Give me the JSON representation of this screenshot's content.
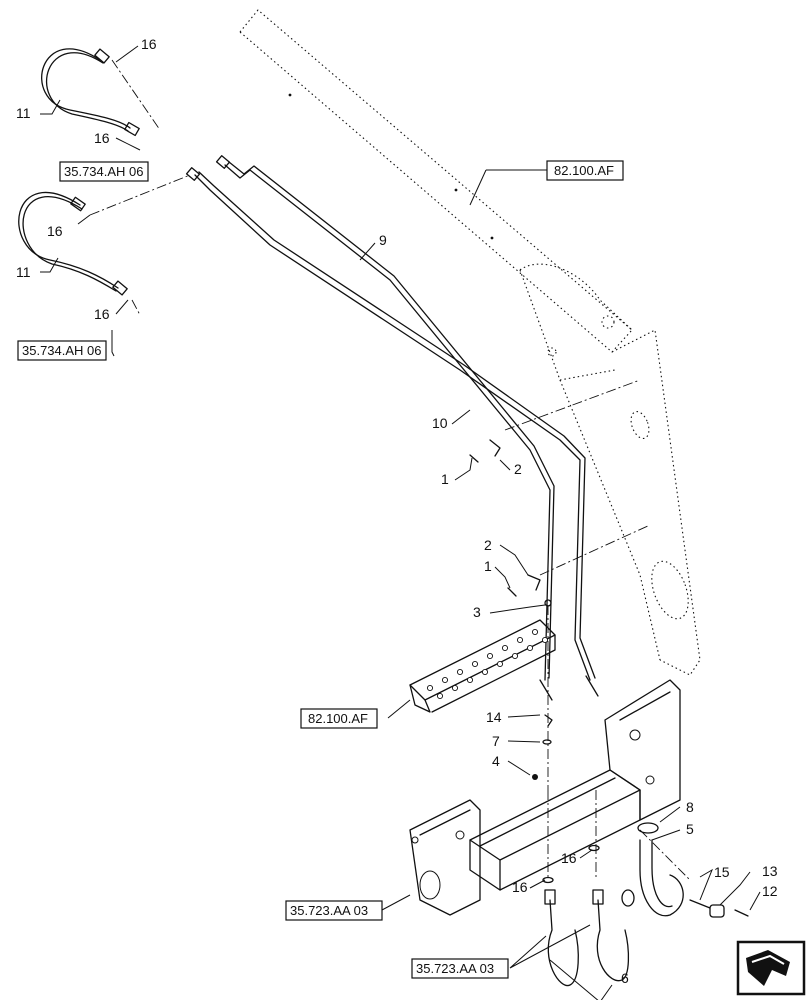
{
  "callouts": {
    "c1": "16",
    "c2": "11",
    "c3": "16",
    "c4": "16",
    "c5": "11",
    "c6": "16",
    "c7": "9",
    "c8": "10",
    "c9": "1",
    "c10": "2",
    "c11": "2",
    "c12": "1",
    "c13": "3",
    "c14": "14",
    "c15": "7",
    "c16": "4",
    "c17": "8",
    "c18": "5",
    "c19": "16",
    "c20": "16",
    "c21": "15",
    "c22": "13",
    "c23": "12",
    "c24": "6"
  },
  "refs": {
    "r1": "35.734.AH 06",
    "r2": "35.734.AH 06",
    "r3": "82.100.AF",
    "r4": "82.100.AF",
    "r5": "35.723.AA 03",
    "r6": "35.723.AA 03"
  },
  "icons": {
    "nav": "next-page-arrow-icon"
  }
}
